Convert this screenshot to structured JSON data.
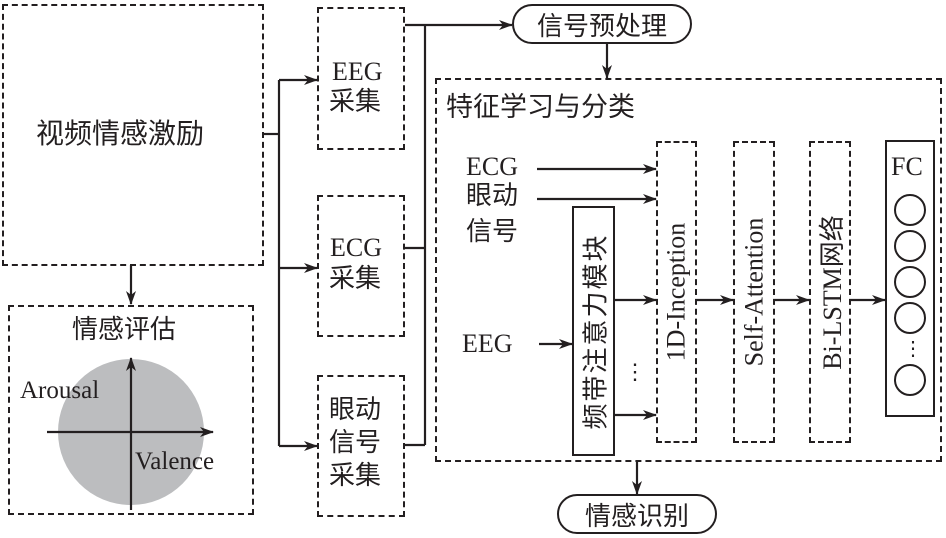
{
  "stimulus": {
    "label": "视频情感激励"
  },
  "evaluation": {
    "title": "情感评估",
    "y_axis": "Arousal",
    "x_axis": "Valence"
  },
  "acquisition": [
    {
      "line1": "EEG",
      "line2": "采集"
    },
    {
      "line1": "ECG",
      "line2": "采集"
    },
    {
      "line1": "眼动",
      "line2": "信号",
      "line3": "采集"
    }
  ],
  "preprocess": {
    "label": "信号预处理"
  },
  "feature": {
    "title": "特征学习与分类",
    "inputs": {
      "ecg": "ECG",
      "eye_line1": "眼动",
      "eye_line2": "信号",
      "eeg": "EEG"
    },
    "band_attention": "频带注意力模块",
    "ellipsis": "⋮",
    "inception": "1D-Inception",
    "self_attention": "Self-Attention",
    "bilstm": "Bi-LSTM网络",
    "fc": {
      "title": "FC",
      "ellipsis": "⋮"
    }
  },
  "output": {
    "label": "情感识别"
  },
  "colors": {
    "ink": "#231f20",
    "circle_fill": "#bcbdbf"
  }
}
